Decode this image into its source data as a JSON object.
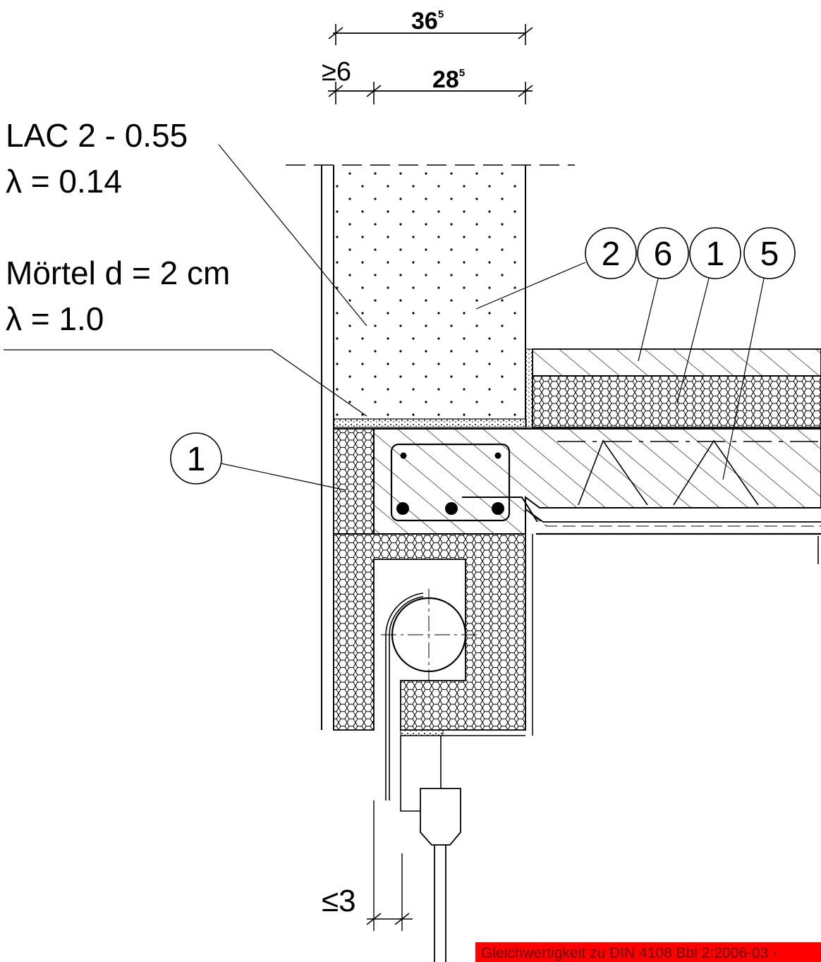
{
  "dimensions": {
    "overall": {
      "base": "36",
      "exp": "5"
    },
    "inner": {
      "base": "28",
      "exp": "5"
    },
    "offset": "≥6",
    "gap": "≤3"
  },
  "labels": {
    "block_name": "LAC 2 - 0.55",
    "block_lambda": "λ = 0.14",
    "mortar_name": "Mörtel d = 2 cm",
    "mortar_lambda": "λ = 1.0"
  },
  "callouts": {
    "left": "1",
    "top": [
      "2",
      "6",
      "1",
      "5"
    ]
  },
  "banner_text": "Gleichwertigkeit zu DIN 4108 Bbl 2:2006-03 -"
}
